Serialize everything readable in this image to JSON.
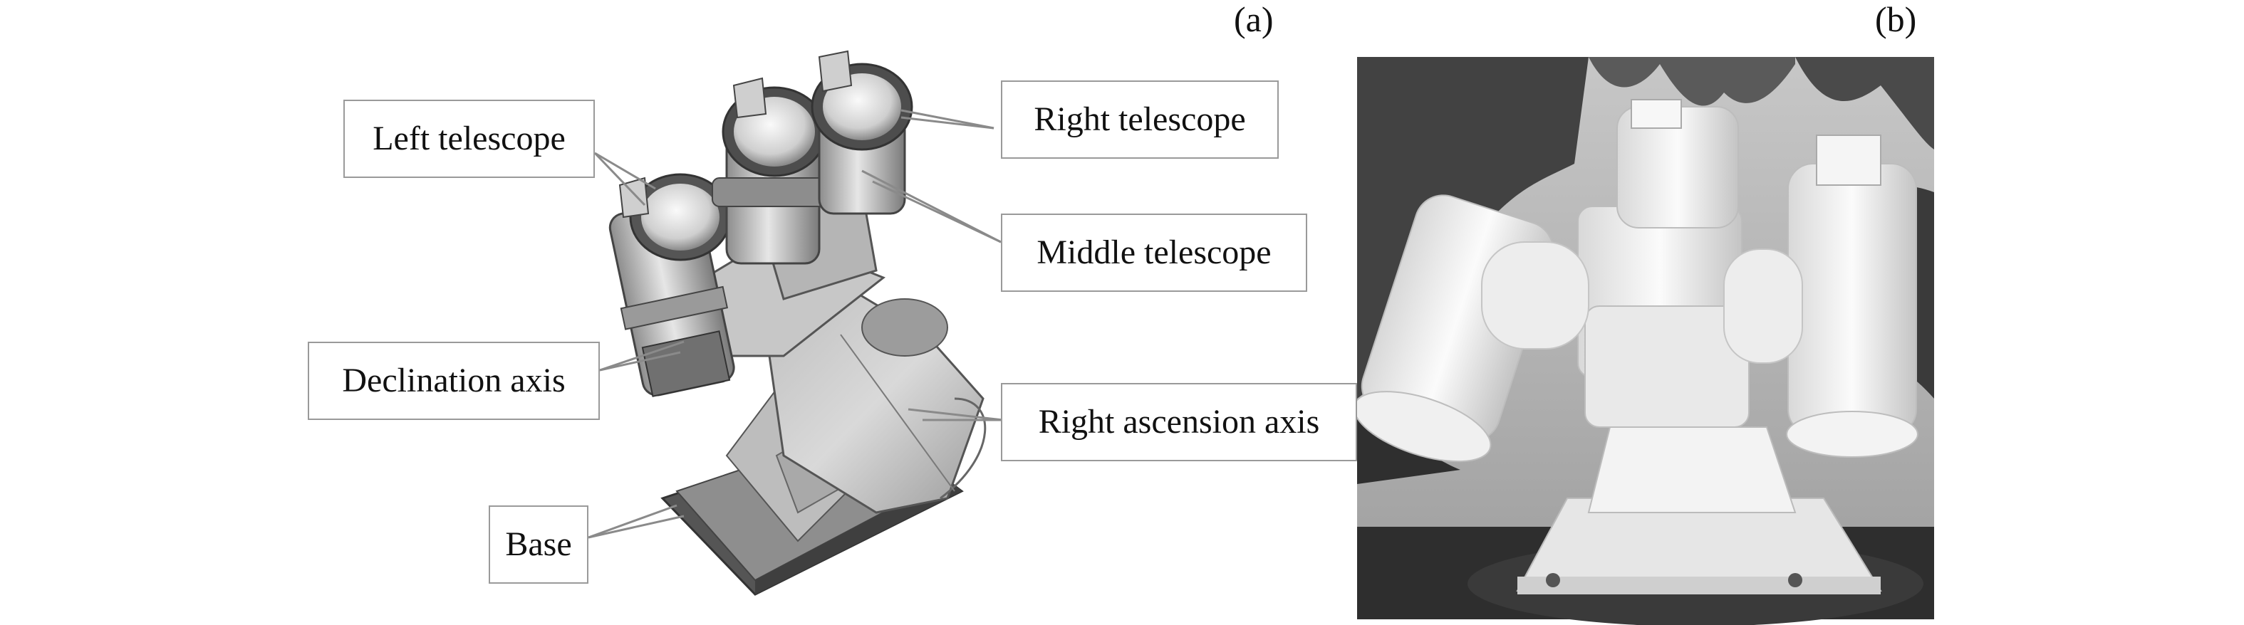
{
  "panels": {
    "a_label": "(a)",
    "b_label": "(b)"
  },
  "callouts": {
    "left_telescope": "Left telescope",
    "right_telescope": "Right telescope",
    "middle_telescope": "Middle telescope",
    "declination_axis": "Declination axis",
    "right_ascension_axis": "Right ascension axis",
    "base": "Base"
  },
  "colors": {
    "leader_line": "#8a8a8a",
    "photo_sky": "#b9b9b9",
    "photo_foliage": "#3c3c3c",
    "telescope_body": "#f2f2f2"
  }
}
